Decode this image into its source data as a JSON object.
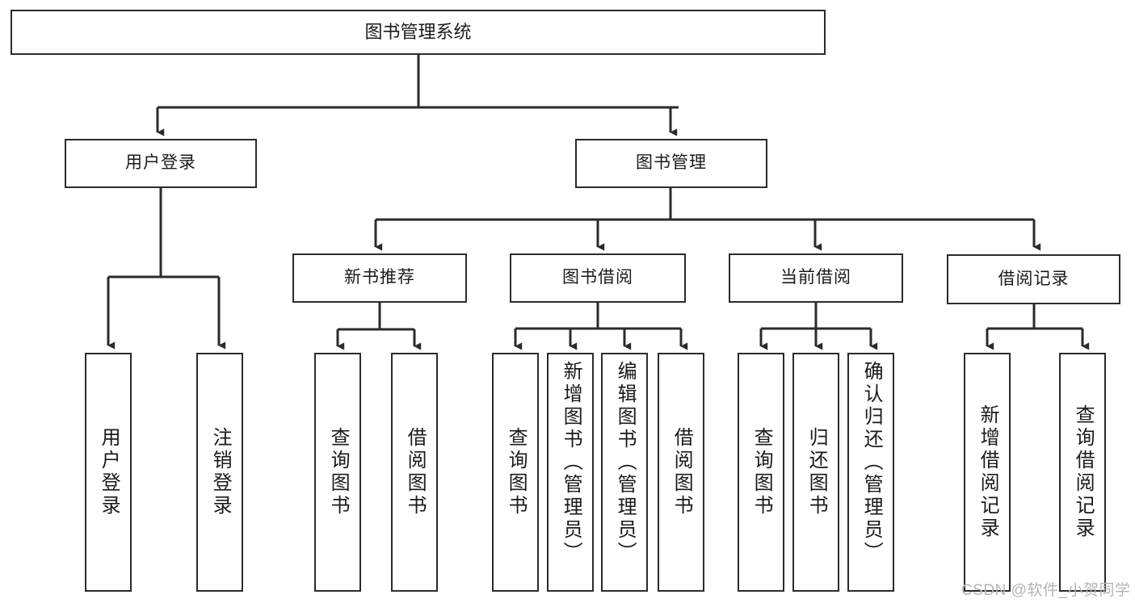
{
  "diagram": {
    "title": "图书管理系统",
    "watermark": "CSDN @软件_小贺同学",
    "colors": {
      "stroke": "#2b2b2b",
      "fill": "#ffffff",
      "text": "#1a1a1a",
      "watermark": "#b4b4b4"
    },
    "levels": {
      "root": {
        "label": "图书管理系统"
      },
      "level1": [
        {
          "label": "用户登录"
        },
        {
          "label": "图书管理"
        }
      ],
      "level2": [
        {
          "label": "新书推荐"
        },
        {
          "label": "图书借阅"
        },
        {
          "label": "当前借阅"
        },
        {
          "label": "借阅记录"
        }
      ],
      "leaves": {
        "user_login": [
          {
            "label": "用户登录"
          },
          {
            "label": "注销登录"
          }
        ],
        "new_book_recommend": [
          {
            "label": "查询图书"
          },
          {
            "label": "借阅图书"
          }
        ],
        "book_borrow": [
          {
            "label": "查询图书"
          },
          {
            "label": "新增图书（管理员）"
          },
          {
            "label": "编辑图书（管理员）"
          },
          {
            "label": "借阅图书"
          }
        ],
        "current_borrow": [
          {
            "label": "查询图书"
          },
          {
            "label": "归还图书"
          },
          {
            "label": "确认归还（管理员）"
          }
        ],
        "borrow_record": [
          {
            "label": "新增借阅记录"
          },
          {
            "label": "查询借阅记录"
          }
        ]
      }
    }
  }
}
